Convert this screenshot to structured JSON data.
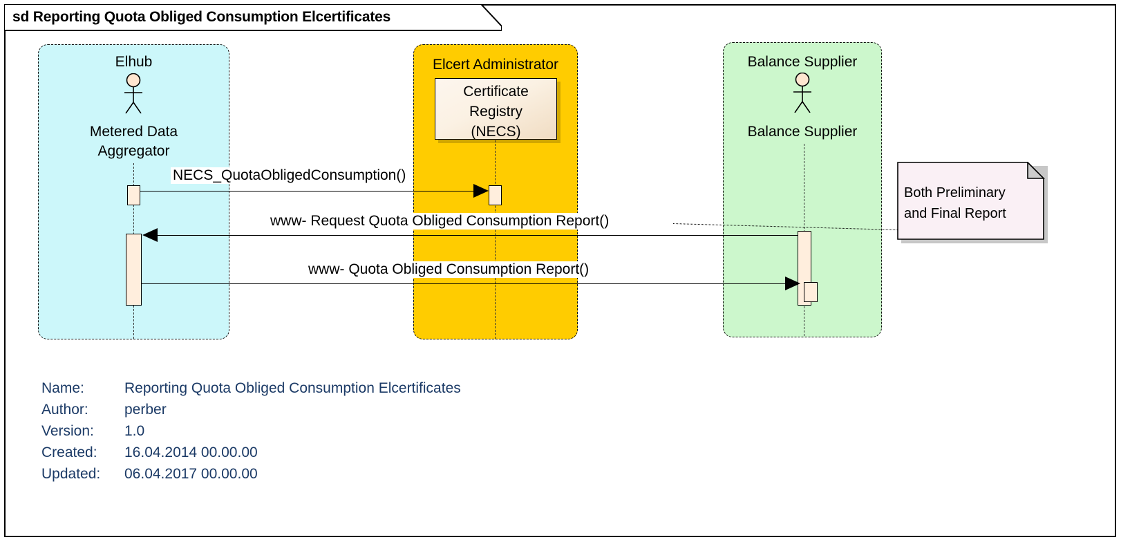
{
  "frame": {
    "keyword": "sd",
    "title": "sd Reporting Quota Obliged Consumption Elcertificates"
  },
  "partitions": [
    {
      "id": "elhub",
      "title": "Elhub",
      "subtitle_line1": "Metered Data",
      "subtitle_line2": "Aggregator",
      "color": "#ccf7fa",
      "actor_icon": "actor-stick-figure-icon"
    },
    {
      "id": "elcert-administrator",
      "title": "Elcert Administrator",
      "color": "#ffcc00",
      "component": {
        "line1": "Certificate",
        "line2": "Registry",
        "line3": "(NECS)"
      }
    },
    {
      "id": "balance-supplier",
      "title": "Balance Supplier",
      "subtitle_line1": "Balance Supplier",
      "color": "#ccf7cc",
      "actor_icon": "actor-stick-figure-icon"
    }
  ],
  "messages": [
    {
      "id": "msg-necs-quota-obliged-consumption",
      "label": "NECS_QuotaObligedConsumption()",
      "direction": "right",
      "from": "elhub",
      "to": "elcert-administrator"
    },
    {
      "id": "msg-request-quota-obliged-consumption-report",
      "label": "www- Request Quota Obliged Consumption Report()",
      "direction": "left",
      "from": "balance-supplier",
      "to": "elhub"
    },
    {
      "id": "msg-quota-obliged-consumption-report",
      "label": "www- Quota Obliged Consumption Report()",
      "direction": "right",
      "from": "elhub",
      "to": "balance-supplier"
    }
  ],
  "note": {
    "line1": "Both Preliminary",
    "line2": "and Final Report"
  },
  "metadata": [
    {
      "key": "Name:",
      "value": "Reporting Quota Obliged Consumption Elcertificates"
    },
    {
      "key": "Author:",
      "value": "perber"
    },
    {
      "key": "Version:",
      "value": "1.0"
    },
    {
      "key": "Created:",
      "value": "16.04.2014 00.00.00"
    },
    {
      "key": "Updated:",
      "value": "06.04.2017 00.00.00"
    }
  ],
  "colors": {
    "elhub_fill": "#ccf7fa",
    "elcert_fill": "#ffcc00",
    "balance_fill": "#ccf7cc",
    "activation_fill": "#ffeedd",
    "note_fill": "#faf0f5",
    "metadata_text": "#1b3a66"
  }
}
